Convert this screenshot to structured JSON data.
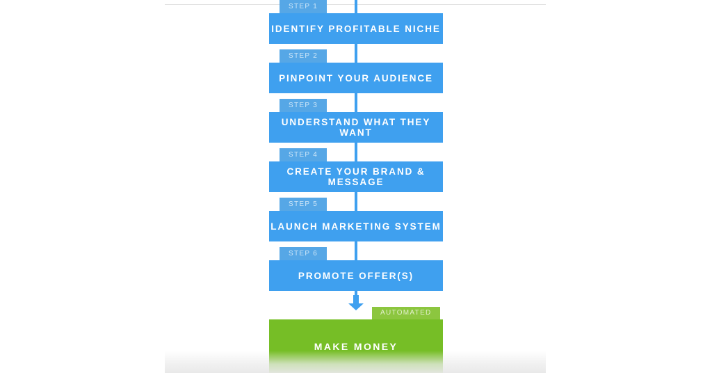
{
  "page": {
    "background_color": "#ffffff",
    "rule_color": "#e2e2e2"
  },
  "theme": {
    "step_bar_color": "#3fa0ef",
    "step_tab_color": "#56a7e6",
    "step_tab_text_color": "#cfe7f8",
    "connector_color": "#3fa0ef",
    "result_bar_color": "#76be26",
    "result_tab_color": "#8cc63f",
    "result_tab_text_color": "#e2f0cd",
    "bar_text_color": "#ffffff"
  },
  "flowchart": {
    "type": "vertical-step-flow",
    "steps": [
      {
        "tab": "STEP 1",
        "label": "IDENTIFY PROFITABLE NICHE"
      },
      {
        "tab": "STEP 2",
        "label": "PINPOINT YOUR AUDIENCE"
      },
      {
        "tab": "STEP 3",
        "label": "UNDERSTAND WHAT THEY WANT"
      },
      {
        "tab": "STEP 4",
        "label": "CREATE YOUR BRAND & MESSAGE"
      },
      {
        "tab": "STEP 5",
        "label": "LAUNCH MARKETING SYSTEM"
      },
      {
        "tab": "STEP 6",
        "label": "PROMOTE OFFER(S)"
      }
    ],
    "arrow": {
      "icon": "arrow-down-icon",
      "color": "#3fa0ef"
    },
    "result": {
      "tab": "AUTOMATED",
      "label": "MAKE MONEY"
    }
  }
}
